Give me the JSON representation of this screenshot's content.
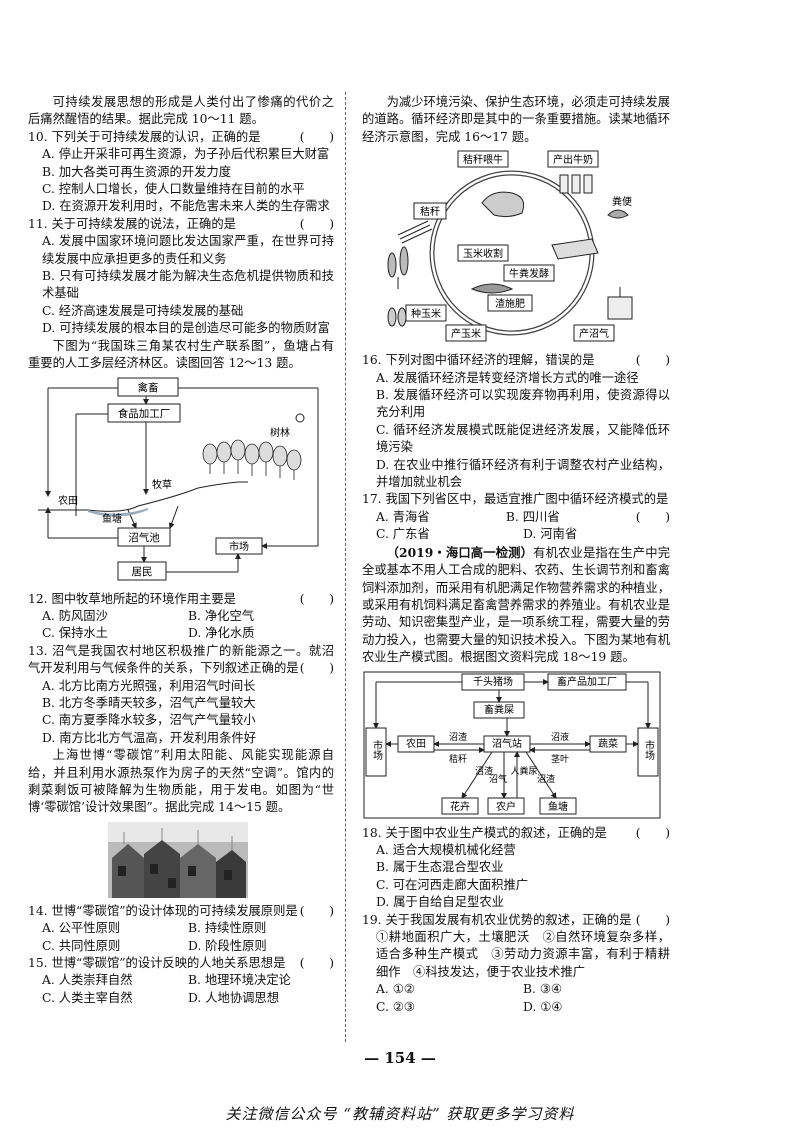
{
  "left": {
    "intro1": "可持续发展思想的形成是人类付出了惨痛的代价之后痛然醒悟的结果。据此完成 10～11 题。",
    "q10": {
      "stem": "10. 下列关于可持续发展的认识，正确的是",
      "bracket": "(　　)",
      "A": "A. 停止开采非可再生资源，为子孙后代积累巨大财富",
      "B": "B. 加大各类可再生资源的开发力度",
      "C": "C. 控制人口增长，使人口数量维持在目前的水平",
      "D": "D. 在资源开发利用时，不能危害未来人类的生存需求"
    },
    "q11": {
      "stem": "11. 关于可持续发展的说法，正确的是",
      "bracket": "(　　)",
      "A": "A. 发展中国家环境问题比发达国家严重，在世界可持续发展中应承担更多的责任和义务",
      "B": "B. 只有可持续发展才能为解决生态危机提供物质和技术基础",
      "C": "C. 经济高速发展是可持续发展的基础",
      "D": "D. 可持续发展的根本目的是创造尽可能多的物质财富"
    },
    "intro2": "下图为“我国珠三角某农村生产联系图”，鱼塘占有重要的人工多层经济林区。读图回答 12～13 题。",
    "fig1": {
      "livestock": "禽畜",
      "food": "食品加工厂",
      "forest": "树林",
      "farmland": "农田",
      "pasture": "牧草",
      "fishpond": "鱼塘",
      "biogas": "沼气池",
      "market": "市场",
      "residents": "居民"
    },
    "q12": {
      "stem": "12. 图中牧草地所起的环境作用主要是",
      "bracket": "(　　)",
      "A": "A. 防风固沙",
      "B": "B. 净化空气",
      "C": "C. 保持水土",
      "D": "D. 净化水质"
    },
    "q13": {
      "stem": "13. 沼气是我国农村地区积极推广的新能源之一。就沼气开发利用与气候条件的关系，下列叙述正确的是",
      "bracket": "(　　)",
      "A": "A. 北方比南方光照强，利用沼气时间长",
      "B": "B. 北方冬季晴天较多，沼气产气量较大",
      "C": "C. 南方夏季降水较多，沼气产气量较小",
      "D": "D. 南方比北方气温高，开发利用条件好"
    },
    "intro3": "上海世博“零碳馆”利用太阳能、风能实现能源自给，并且利用水源热泵作为房子的天然“空调”。馆内的剩菜剩饭可被降解为生物质能，用于发电。如图为“世博‘零碳馆’设计效果图”。据此完成 14～15 题。",
    "q14": {
      "stem": "14. 世博“零碳馆”的设计体现的可持续发展原则是",
      "bracket": "(　　)",
      "A": "A. 公平性原则",
      "B": "B. 持续性原则",
      "C": "C. 共同性原则",
      "D": "D. 阶段性原则"
    },
    "q15": {
      "stem": "15. 世博“零碳馆”的设计反映的人地关系思想是",
      "bracket": "(　　)",
      "A": "A. 人类崇拜自然",
      "B": "B. 地理环境决定论",
      "C": "C. 人类主宰自然",
      "D": "D. 人地协调思想"
    }
  },
  "right": {
    "intro1": "为减少环境污染、保护生态环境，必须走可持续发展的道路。循环经济即是其中的一条重要措施。读某地循环经济示意图，完成 16～17 题。",
    "fig2": {
      "straw_feed": "秸秆喂牛",
      "milk": "产出牛奶",
      "manure": "粪便",
      "straw": "秸秆",
      "harvest": "玉米收割",
      "ferment": "牛粪发酵",
      "residue": "渣施肥",
      "plant": "种玉米",
      "produce": "产玉米",
      "biogas": "产沼气"
    },
    "q16": {
      "stem": "16. 下列对图中循环经济的理解，错误的是",
      "bracket": "(　　)",
      "A": "A. 发展循环经济是转变经济增长方式的唯一途径",
      "B": "B. 发展循环经济可以实现废弃物再利用，使资源得以充分利用",
      "C": "C. 循环经济发展模式既能促进经济发展，又能降低环境污染",
      "D": "D. 在农业中推行循环经济有利于调整农村产业结构，并增加就业机会"
    },
    "q17": {
      "stem": "17. 我国下列省区中，最适宜推广图中循环经济模式的是",
      "bracket": "(　　)",
      "A": "A. 青海省",
      "B": "B. 四川省",
      "C": "C. 广东省",
      "D": "D. 河南省"
    },
    "intro2_src": "（2019・海口高一检测）",
    "intro2": "有机农业是指在生产中完全或基本不用人工合成的肥料、农药、生长调节剂和畜禽饲料添加剂，而采用有机肥满足作物营养需求的种植业，或采用有机饲料满足畜禽营养需求的养殖业。有机农业是劳动、知识密集型产业，是一项系统工程，需要大量的劳动力投入，也需要大量的知识技术投入。下图为某地有机农业生产模式图。根据图文资料完成 18～19 题。",
    "fig3": {
      "pigfarm": "千头猪场",
      "processing": "畜产品加工厂",
      "manure_house": "畜粪屎",
      "market_l": "市场",
      "farmland": "农田",
      "biogas": "沼气站",
      "vegetables": "蔬菜",
      "market_r": "市场",
      "slag1": "沼渣",
      "slurry": "沼液",
      "straw": "秸秆",
      "leaves": "茎叶",
      "slag2": "沼渣",
      "gas": "沼气",
      "human": "人粪尿",
      "slag3": "沼渣",
      "flowers": "花卉",
      "household": "农户",
      "fishpond": "鱼塘"
    },
    "q18": {
      "stem": "18. 关于图中农业生产模式的叙述，正确的是",
      "bracket": "(　　)",
      "A": "A. 适合大规模机械化经营",
      "B": "B. 属于生态混合型农业",
      "C": "C. 可在河西走廊大面积推广",
      "D": "D. 属于自给自足型农业"
    },
    "q19": {
      "stem": "19. 关于我国发展有机农业优势的叙述，正确的是",
      "bracket": "(　　)",
      "items": "①耕地面积广大，土壤肥沃　②自然环境复杂多样，适合多种生产模式　③劳动力资源丰富，有利于精耕细作　④科技发达，便于农业技术推广",
      "A": "A. ①②",
      "B": "B. ③④",
      "C": "C. ②③",
      "D": "D. ①④"
    }
  },
  "page_number": "— 154 —",
  "footer": "关注微信公众号 “教辅资料站” 获取更多学习资料"
}
